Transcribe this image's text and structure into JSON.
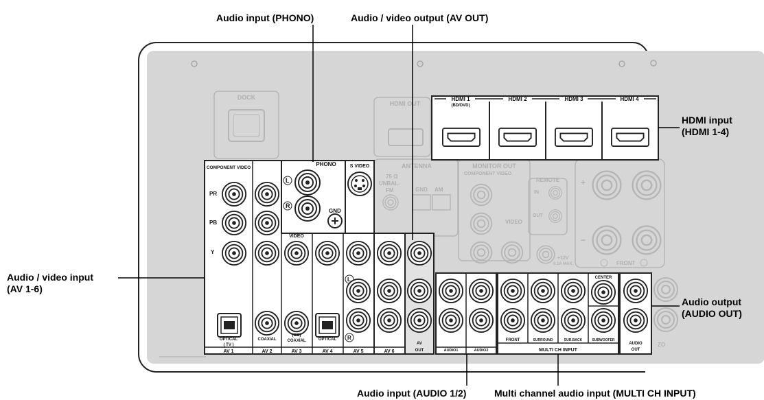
{
  "callouts": {
    "phono": "Audio input (PHONO)",
    "av_out": "Audio / video output (AV OUT)",
    "hdmi_line1": "HDMI input",
    "hdmi_line2": "(HDMI 1-4)",
    "av_in_line1": "Audio / video input",
    "av_in_line2": "(AV 1-6)",
    "audio_out_line1": "Audio output",
    "audio_out_line2": "(AUDIO OUT)",
    "audio12": "Audio input (AUDIO 1/2)",
    "multi_ch": "Multi channel audio input (MULTI CH INPUT)"
  },
  "panel": {
    "dock": "DOCK",
    "hdmi_out": "HDMI OUT",
    "hdmi_inputs": [
      "HDMI 1",
      "HDMI 2",
      "HDMI 3",
      "HDMI 4"
    ],
    "hdmi1_sub": "(BD/DVD)",
    "antenna": "ANTENNA",
    "unbal": "UNBAL.",
    "ohm": "75 Ω",
    "fm": "FM",
    "gnd_ant": "GND",
    "am": "AM",
    "monitor_out": "MONITOR OUT",
    "component_video": "COMPONENT VIDEO",
    "pr": "PR",
    "pb": "PB",
    "y": "Y",
    "video": "VIDEO",
    "remote": "REMOTE",
    "remote_in": "IN",
    "remote_out": "OUT",
    "trigger": "+12V",
    "trigger_sub": "0.1A MAX.",
    "speaker_front": "FRONT",
    "phono": "PHONO",
    "phono_gnd": "GND",
    "s_video": "S VIDEO",
    "l": "L",
    "r": "R",
    "av_labels": [
      "AV 1",
      "AV 2",
      "AV 3",
      "AV 4",
      "AV 5",
      "AV 6"
    ],
    "av_out": "AV OUT",
    "optical": "OPTICAL",
    "tv": "( TV )",
    "coaxial": "COAXIAL",
    "cd": "(CD)",
    "audio1": "AUDIO1",
    "audio2": "AUDIO2",
    "multi_ch_input": "MULTI CH INPUT",
    "multi_front": "FRONT",
    "multi_surround": "SURROUND",
    "multi_surback": "SUR.BACK",
    "multi_subwoofer": "SUBWOOFER",
    "multi_center": "CENTER",
    "audio_out": "AUDIO OUT",
    "zone": "ZO"
  }
}
